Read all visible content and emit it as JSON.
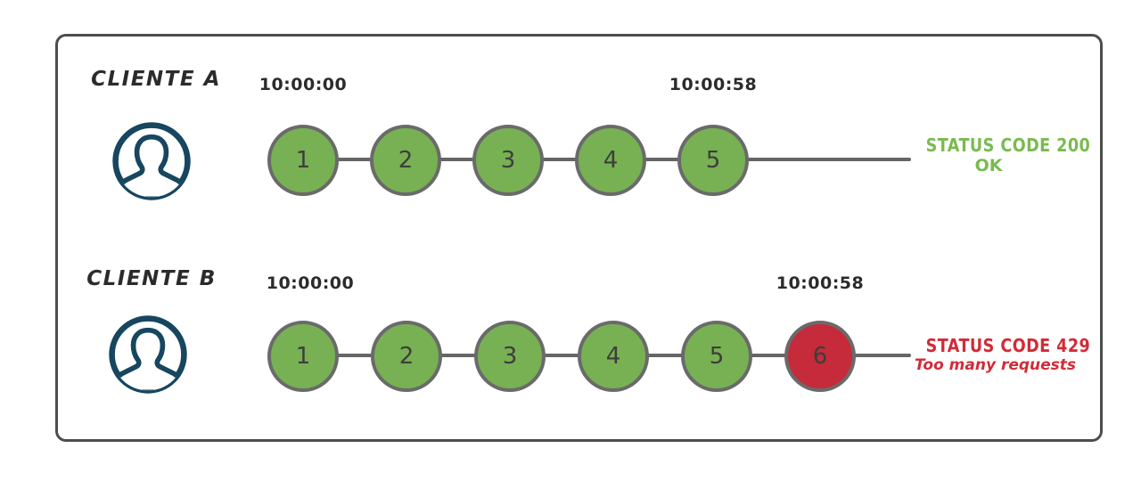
{
  "colors": {
    "success": "#77b153",
    "blocked": "#c52b3a",
    "success_text": "#79bb4f",
    "error_text": "#d22b38",
    "avatar": "#17465f",
    "stroke": "#666666"
  },
  "clients": [
    {
      "name": "CLIENTE A",
      "avatar_icon": "user-icon",
      "start_time": "10:00:00",
      "end_time": "10:00:58",
      "requests": [
        {
          "label": "1",
          "status": "success"
        },
        {
          "label": "2",
          "status": "success"
        },
        {
          "label": "3",
          "status": "success"
        },
        {
          "label": "4",
          "status": "success"
        },
        {
          "label": "5",
          "status": "success"
        }
      ],
      "status": {
        "code_line": "STATUS CODE 200",
        "message": "OK",
        "type": "success"
      }
    },
    {
      "name": "CLIENTE B",
      "avatar_icon": "user-icon",
      "start_time": "10:00:00",
      "end_time": "10:00:58",
      "requests": [
        {
          "label": "1",
          "status": "success"
        },
        {
          "label": "2",
          "status": "success"
        },
        {
          "label": "3",
          "status": "success"
        },
        {
          "label": "4",
          "status": "success"
        },
        {
          "label": "5",
          "status": "success"
        },
        {
          "label": "6",
          "status": "blocked"
        }
      ],
      "status": {
        "code_line": "STATUS CODE 429",
        "message": "Too many requests",
        "type": "error"
      }
    }
  ]
}
